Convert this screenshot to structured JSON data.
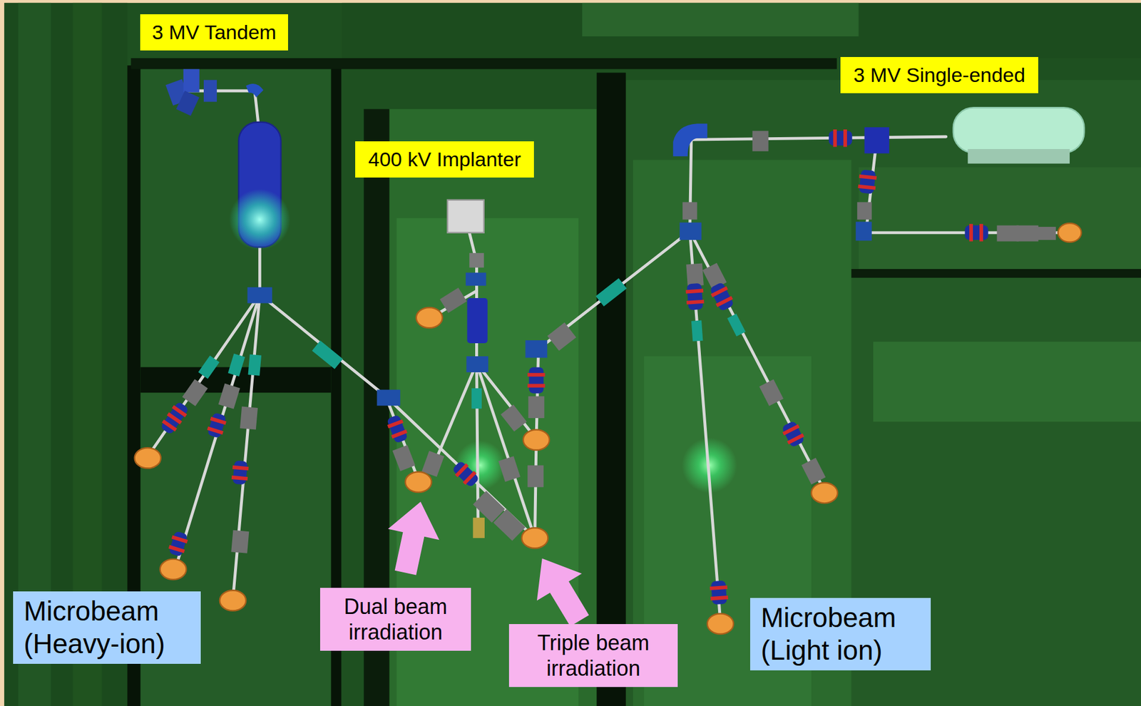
{
  "diagram": {
    "nodes": [
      {
        "text": [
          "3 MV Tandem"
        ]
      },
      {
        "text": [
          "3 MV Single-ended"
        ]
      },
      {
        "text": [
          "400 kV Implanter"
        ]
      },
      {
        "text": [
          "Microbeam (Heavy-ion)"
        ]
      },
      {
        "text": [
          "Dual beam irradiation"
        ]
      },
      {
        "text": [
          "Triple beam irradiation"
        ]
      },
      {
        "text": [
          "Microbeam (Light ion)"
        ]
      }
    ]
  }
}
